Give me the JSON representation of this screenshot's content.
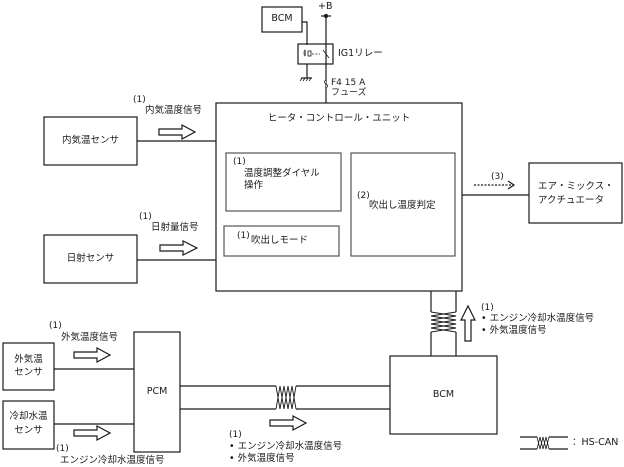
{
  "power": {
    "supply": "+B",
    "relay": "IG1リレー",
    "fuse_rating": "F4 15 A",
    "fuse_label": "フューズ",
    "top_bcm": "BCM"
  },
  "components": {
    "hcu_title": "ヒータ・コントロール・ユニット",
    "interior_sensor": "内気温センサ",
    "solar_sensor": "日射センサ",
    "ambient_sensor_l1": "外気温",
    "ambient_sensor_l2": "センサ",
    "coolant_sensor_l1": "冷却水温",
    "coolant_sensor_l2": "センサ",
    "pcm": "PCM",
    "bcm": "BCM",
    "actuator_l1": "エア・ミックス・",
    "actuator_l2": "アクチュエータ"
  },
  "inner_blocks": {
    "dial_num": "(1)",
    "dial_l1": "温度調整ダイヤル",
    "dial_l2": "操作",
    "mode_num": "(1)",
    "mode": "吹出しモード",
    "judge_num": "(2)",
    "judge": "吹出し温度判定"
  },
  "signals": {
    "interior_num": "(1)",
    "interior": "内気温度信号",
    "solar_num": "(1)",
    "solar": "日射量信号",
    "ambient_num": "(1)",
    "ambient": "外気温度信号",
    "coolant_num": "(1)",
    "coolant": "エンジン冷却水温度信号",
    "pcm_bcm_num": "(1)",
    "pcm_bcm_1": "• エンジン冷却水温度信号",
    "pcm_bcm_2": "• 外気温度信号",
    "bcm_hcu_num": "(1)",
    "bcm_hcu_1": "• エンジン冷却水温度信号",
    "bcm_hcu_2": "• 外気温度信号",
    "actuator_num": "(3)"
  },
  "legend": {
    "label": "：HS-CAN"
  }
}
